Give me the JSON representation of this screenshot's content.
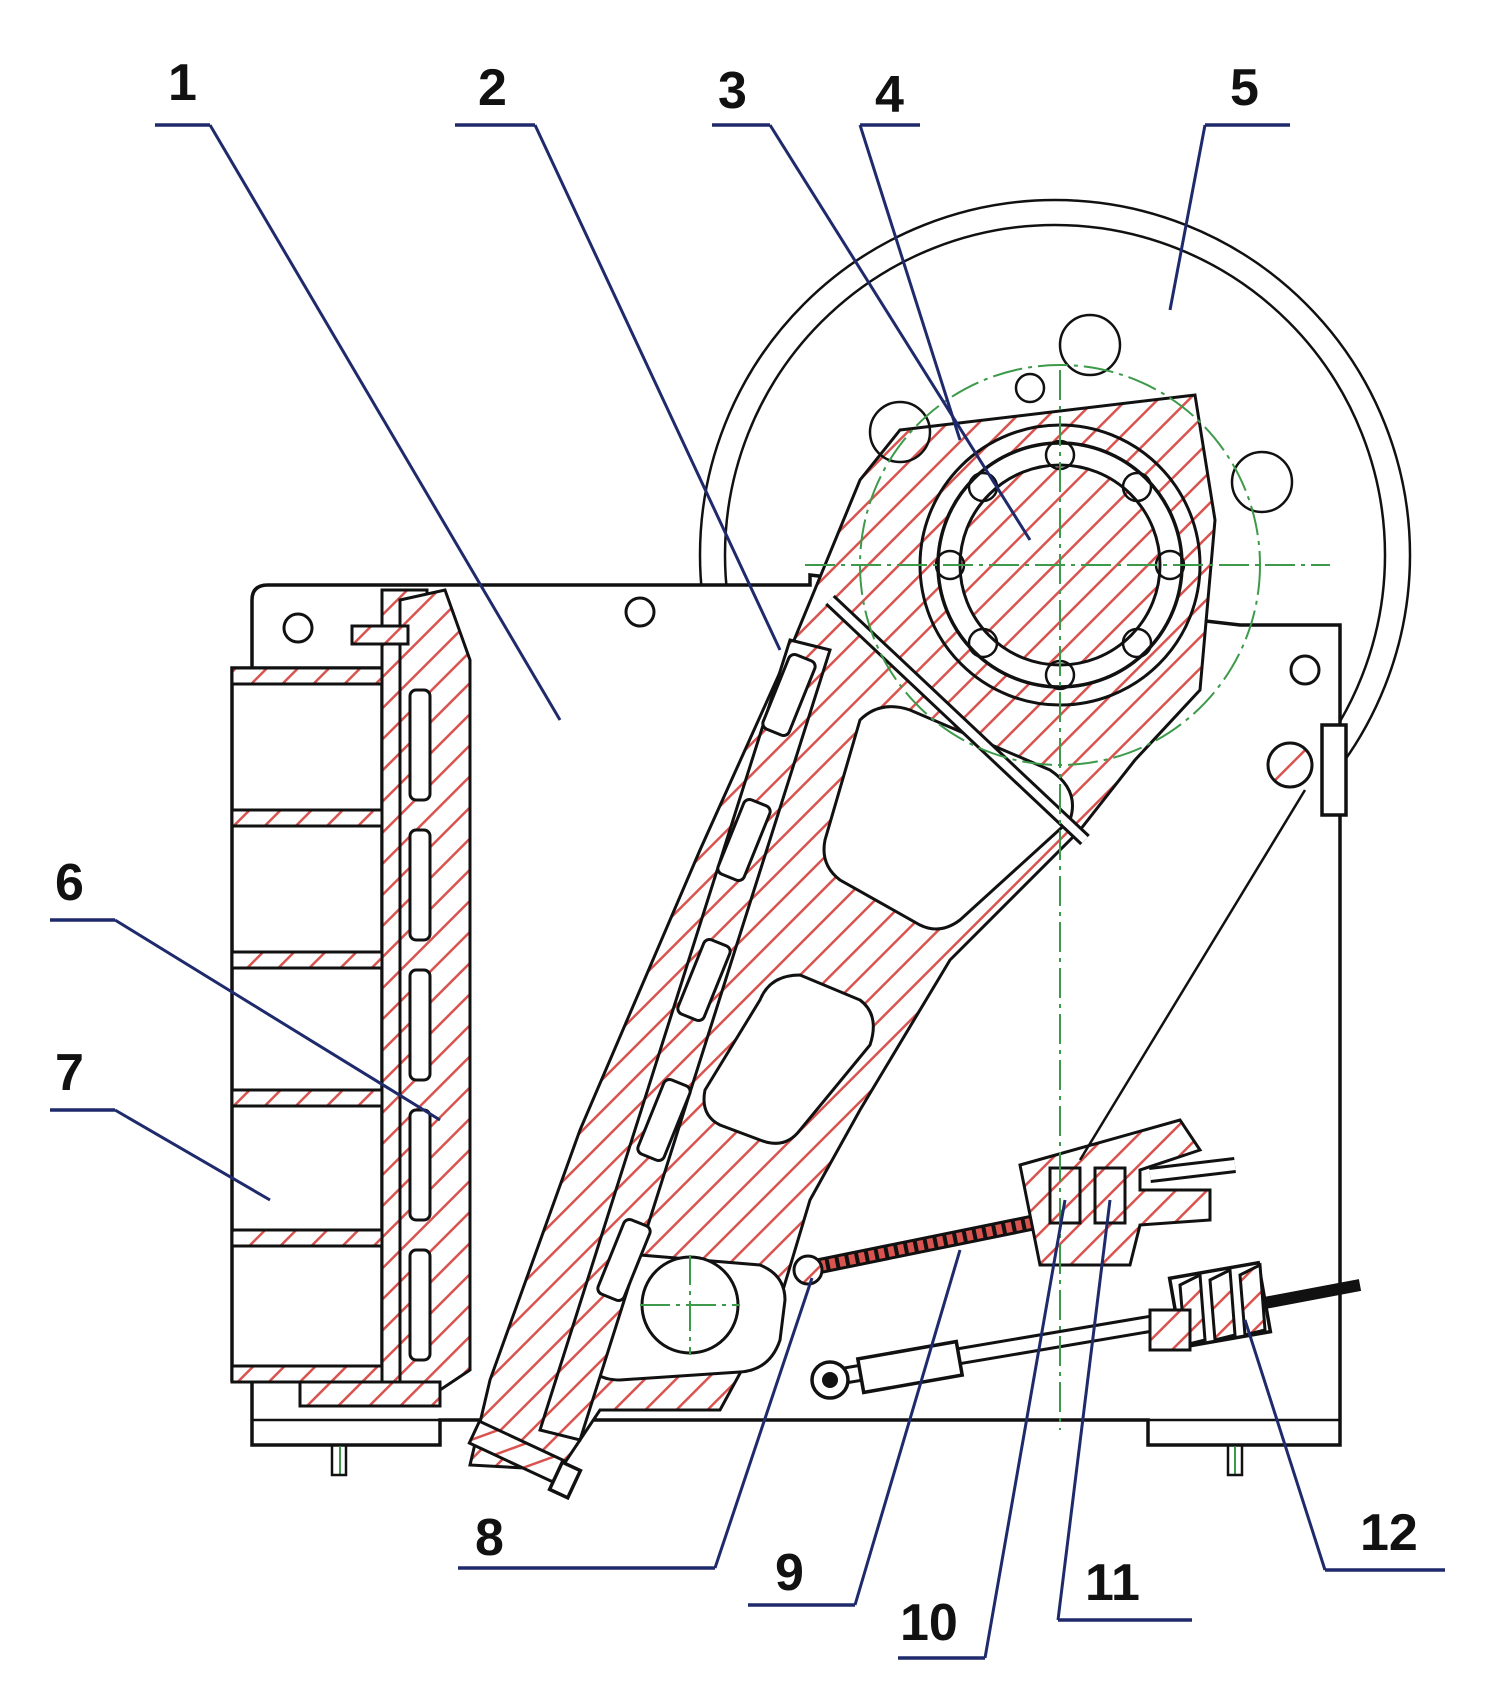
{
  "diagram": {
    "colors": {
      "hatch": "#d9534f",
      "outline": "#111111",
      "leader": "#1e2a6b",
      "centerline": "#3d9a4a"
    },
    "callouts": [
      {
        "id": "1",
        "label": "1"
      },
      {
        "id": "2",
        "label": "2"
      },
      {
        "id": "3",
        "label": "3"
      },
      {
        "id": "4",
        "label": "4"
      },
      {
        "id": "5",
        "label": "5"
      },
      {
        "id": "6",
        "label": "6"
      },
      {
        "id": "7",
        "label": "7"
      },
      {
        "id": "8",
        "label": "8"
      },
      {
        "id": "9",
        "label": "9"
      },
      {
        "id": "10",
        "label": "10"
      },
      {
        "id": "11",
        "label": "11"
      },
      {
        "id": "12",
        "label": "12"
      }
    ]
  }
}
